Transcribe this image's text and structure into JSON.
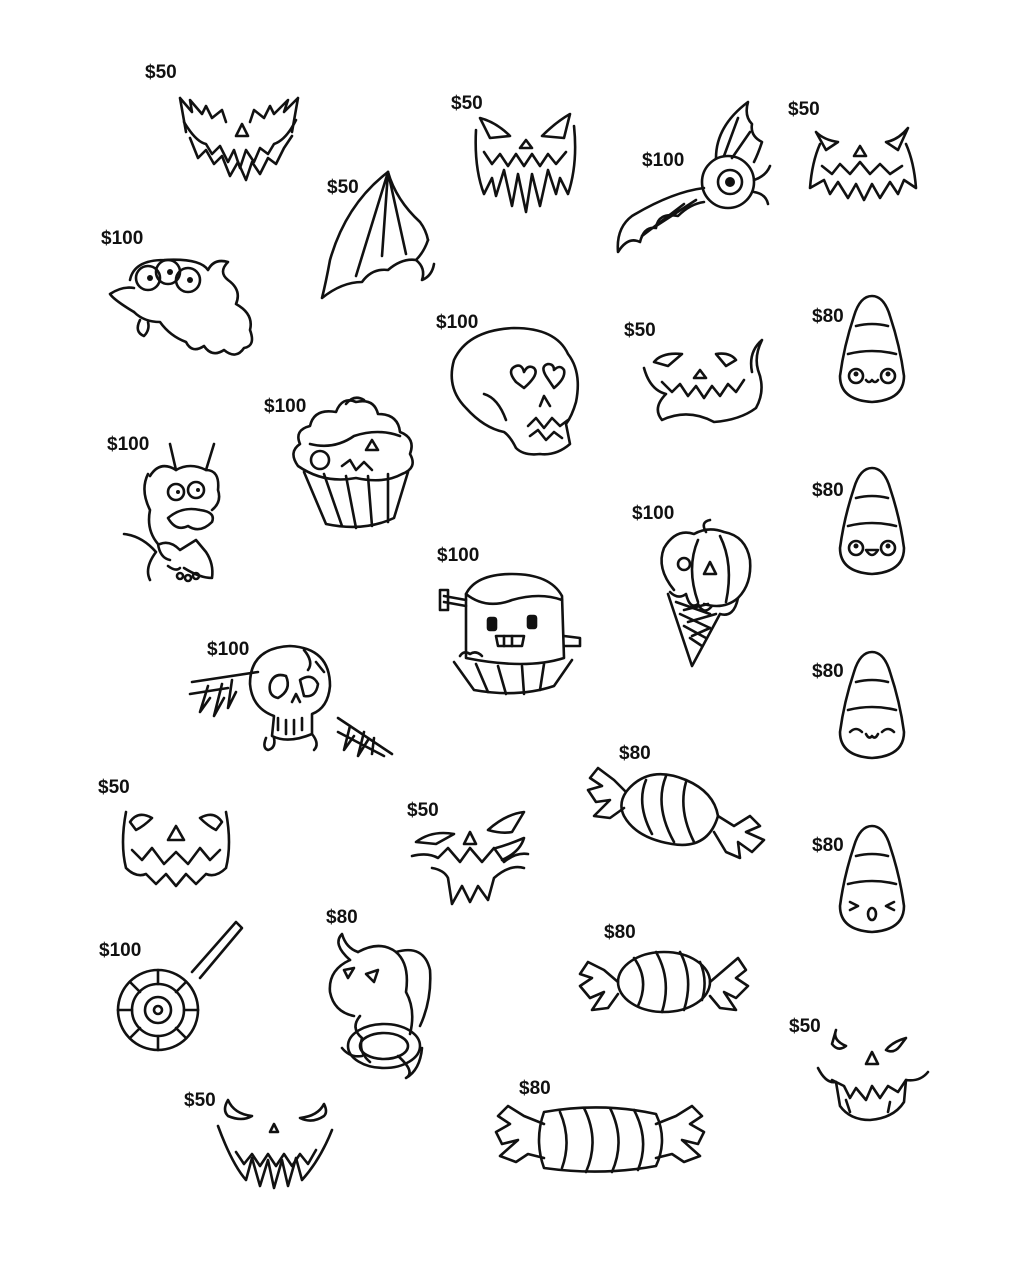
{
  "flash_sheet": {
    "designs": [
      {
        "price": "$50",
        "icon": "jackolantern-mouth-icon"
      },
      {
        "price": "$50",
        "icon": "jackolantern-face-icon"
      },
      {
        "price": "$100",
        "icon": "eyeball-bat-icon"
      },
      {
        "price": "$50",
        "icon": "jackolantern-face-icon"
      },
      {
        "price": "$50",
        "icon": "bat-wing-icon"
      },
      {
        "price": "$100",
        "icon": "three-eyed-alien-icon"
      },
      {
        "price": "$100",
        "icon": "heart-eyed-skull-icon"
      },
      {
        "price": "$50",
        "icon": "jackolantern-face-icon"
      },
      {
        "price": "$80",
        "icon": "candy-corn-icon"
      },
      {
        "price": "$100",
        "icon": "monster-cupcake-icon"
      },
      {
        "price": "$100",
        "icon": "vampire-cartoon-icon"
      },
      {
        "price": "$80",
        "icon": "candy-corn-icon"
      },
      {
        "price": "$100",
        "icon": "pumpkin-ice-cream-icon"
      },
      {
        "price": "$100",
        "icon": "frankenstein-cupcake-icon"
      },
      {
        "price": "$80",
        "icon": "candy-corn-icon"
      },
      {
        "price": "$100",
        "icon": "skull-with-claws-icon"
      },
      {
        "price": "$80",
        "icon": "wrapped-candy-icon"
      },
      {
        "price": "$50",
        "icon": "jackolantern-face-icon"
      },
      {
        "price": "$50",
        "icon": "jackolantern-face-icon"
      },
      {
        "price": "$80",
        "icon": "candy-corn-icon"
      },
      {
        "price": "$100",
        "icon": "lollipop-icon"
      },
      {
        "price": "$80",
        "icon": "demon-creature-icon"
      },
      {
        "price": "$80",
        "icon": "wrapped-candy-icon"
      },
      {
        "price": "$50",
        "icon": "jackolantern-face-icon"
      },
      {
        "price": "$50",
        "icon": "jackolantern-face-icon"
      },
      {
        "price": "$80",
        "icon": "wrapped-candy-icon"
      }
    ]
  }
}
